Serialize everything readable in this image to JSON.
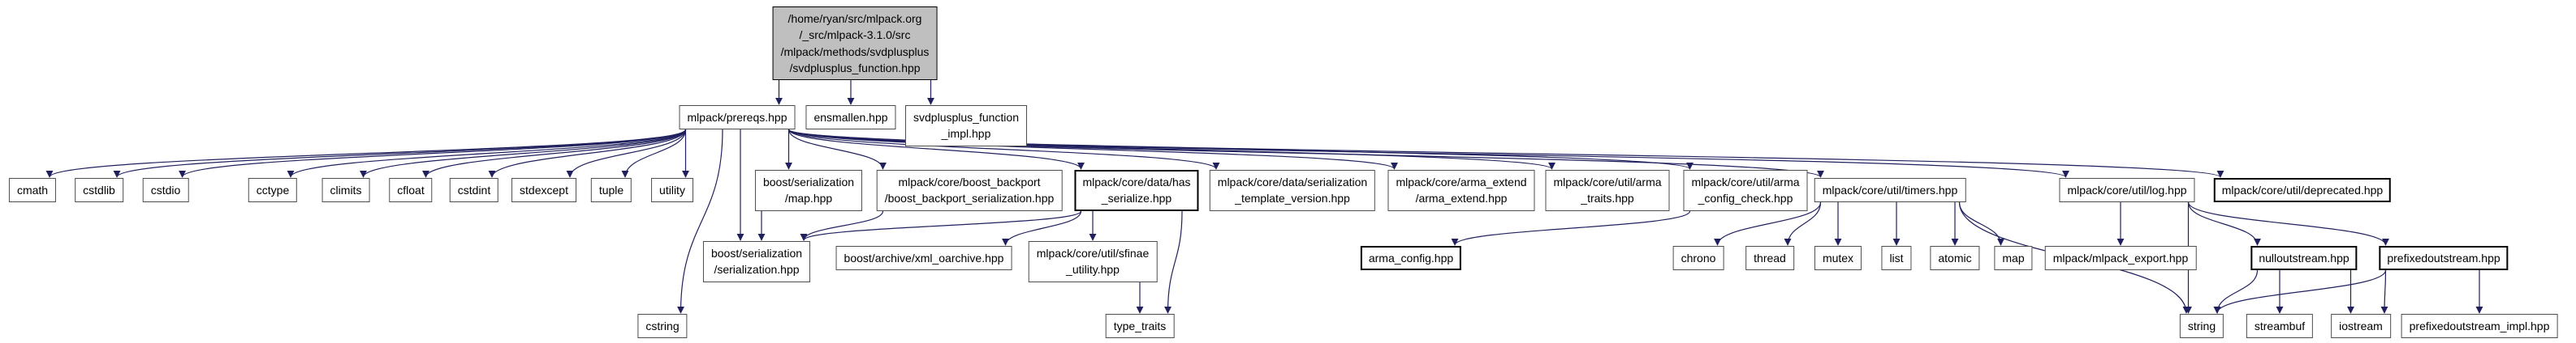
{
  "diagram": {
    "kind": "include-dependency-graph",
    "colors": {
      "edge": "#20205e",
      "highlight_fill": "#bfbfbf",
      "node_border": "#4d4d4d"
    }
  },
  "nodes": {
    "root": {
      "label": "/home/ryan/src/mlpack.org\n/_src/mlpack-3.1.0/src\n/mlpack/methods/svdplusplus\n/svdplusplus_function.hpp"
    },
    "prereqs": {
      "label": "mlpack/prereqs.hpp"
    },
    "ensmallen": {
      "label": "ensmallen.hpp"
    },
    "svdplusplus_function_impl": {
      "label": "svdplusplus_function\n_impl.hpp"
    },
    "cmath": {
      "label": "cmath"
    },
    "cstdlib": {
      "label": "cstdlib"
    },
    "cstdio": {
      "label": "cstdio"
    },
    "cctype": {
      "label": "cctype"
    },
    "climits": {
      "label": "climits"
    },
    "cfloat": {
      "label": "cfloat"
    },
    "cstdint": {
      "label": "cstdint"
    },
    "stdexcept": {
      "label": "stdexcept"
    },
    "tuple": {
      "label": "tuple"
    },
    "utility": {
      "label": "utility"
    },
    "boost_serialization_map": {
      "label": "boost/serialization\n/map.hpp"
    },
    "boost_backport": {
      "label": "mlpack/core/boost_backport\n/boost_backport_serialization.hpp"
    },
    "has_serialize": {
      "label": "mlpack/core/data/has\n_serialize.hpp"
    },
    "serialization_template_version": {
      "label": "mlpack/core/data/serialization\n_template_version.hpp"
    },
    "arma_extend": {
      "label": "mlpack/core/arma_extend\n/arma_extend.hpp"
    },
    "arma_traits": {
      "label": "mlpack/core/util/arma\n_traits.hpp"
    },
    "arma_config_check": {
      "label": "mlpack/core/util/arma\n_config_check.hpp"
    },
    "timers": {
      "label": "mlpack/core/util/timers.hpp"
    },
    "log": {
      "label": "mlpack/core/util/log.hpp"
    },
    "deprecated": {
      "label": "mlpack/core/util/deprecated.hpp"
    },
    "boost_serialization": {
      "label": "boost/serialization\n/serialization.hpp"
    },
    "xml_oarchive": {
      "label": "boost/archive/xml_oarchive.hpp"
    },
    "sfinae_utility": {
      "label": "mlpack/core/util/sfinae\n_utility.hpp"
    },
    "arma_config": {
      "label": "arma_config.hpp"
    },
    "chrono": {
      "label": "chrono"
    },
    "thread": {
      "label": "thread"
    },
    "mutex": {
      "label": "mutex"
    },
    "list": {
      "label": "list"
    },
    "atomic": {
      "label": "atomic"
    },
    "map": {
      "label": "map"
    },
    "mlpack_export": {
      "label": "mlpack/mlpack_export.hpp"
    },
    "nulloutstream": {
      "label": "nulloutstream.hpp"
    },
    "prefixedoutstream": {
      "label": "prefixedoutstream.hpp"
    },
    "cstring": {
      "label": "cstring"
    },
    "type_traits": {
      "label": "type_traits"
    },
    "string": {
      "label": "string"
    },
    "streambuf": {
      "label": "streambuf"
    },
    "iostream": {
      "label": "iostream"
    },
    "prefixedoutstream_impl": {
      "label": "prefixedoutstream_impl.hpp"
    }
  },
  "edges": [
    [
      "root",
      "prereqs"
    ],
    [
      "root",
      "ensmallen"
    ],
    [
      "root",
      "svdplusplus_function_impl"
    ],
    [
      "prereqs",
      "cmath"
    ],
    [
      "prereqs",
      "cstdlib"
    ],
    [
      "prereqs",
      "cstdio"
    ],
    [
      "prereqs",
      "cctype"
    ],
    [
      "prereqs",
      "climits"
    ],
    [
      "prereqs",
      "cfloat"
    ],
    [
      "prereqs",
      "cstdint"
    ],
    [
      "prereqs",
      "stdexcept"
    ],
    [
      "prereqs",
      "tuple"
    ],
    [
      "prereqs",
      "utility"
    ],
    [
      "prereqs",
      "cstring",
      74
    ],
    [
      "prereqs",
      "boost_serialization_map"
    ],
    [
      "prereqs",
      "boost_backport"
    ],
    [
      "prereqs",
      "has_serialize"
    ],
    [
      "prereqs",
      "serialization_template_version"
    ],
    [
      "prereqs",
      "arma_extend"
    ],
    [
      "prereqs",
      "arma_traits"
    ],
    [
      "prereqs",
      "arma_config_check"
    ],
    [
      "prereqs",
      "timers"
    ],
    [
      "prereqs",
      "log"
    ],
    [
      "prereqs",
      "deprecated"
    ],
    [
      "prereqs",
      "boost_serialization",
      -20
    ],
    [
      "boost_serialization_map",
      "boost_serialization"
    ],
    [
      "boost_backport",
      "boost_serialization"
    ],
    [
      "has_serialize",
      "boost_serialization"
    ],
    [
      "has_serialize",
      "xml_oarchive"
    ],
    [
      "has_serialize",
      "sfinae_utility"
    ],
    [
      "has_serialize",
      "type_traits",
      52
    ],
    [
      "sfinae_utility",
      "type_traits"
    ],
    [
      "arma_config_check",
      "arma_config"
    ],
    [
      "timers",
      "chrono"
    ],
    [
      "timers",
      "thread"
    ],
    [
      "timers",
      "mutex"
    ],
    [
      "timers",
      "list"
    ],
    [
      "timers",
      "atomic"
    ],
    [
      "timers",
      "map"
    ],
    [
      "timers",
      "string"
    ],
    [
      "log",
      "mlpack_export"
    ],
    [
      "log",
      "nulloutstream"
    ],
    [
      "log",
      "prefixedoutstream"
    ],
    [
      "log",
      "string"
    ],
    [
      "nulloutstream",
      "string"
    ],
    [
      "nulloutstream",
      "streambuf"
    ],
    [
      "nulloutstream",
      "iostream"
    ],
    [
      "prefixedoutstream",
      "string"
    ],
    [
      "prefixedoutstream",
      "iostream"
    ],
    [
      "prefixedoutstream",
      "prefixedoutstream_impl"
    ]
  ]
}
